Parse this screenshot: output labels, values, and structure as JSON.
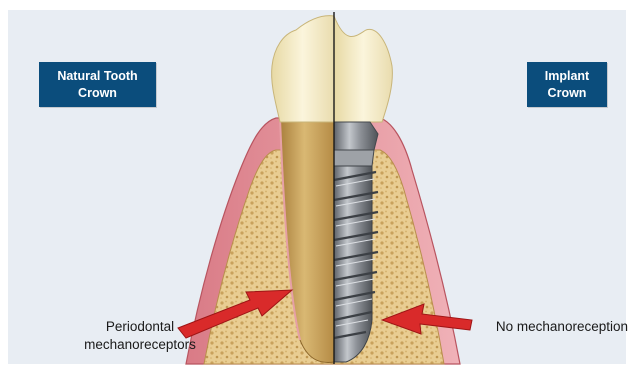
{
  "labels": {
    "natural_crown": "Natural Tooth\nCrown",
    "implant_crown": "Implant\nCrown",
    "periodontal_line1": "Periodontal",
    "periodontal_line2": "mechanoreceptors",
    "no_mechanoreception": "No mechanoreception"
  },
  "colors": {
    "badge_bg": "#0b4d7c",
    "arrow": "#d92a2a",
    "gum": "#e79aa2",
    "bone": "#e7c98d",
    "crown": "#f5ecc9",
    "root": "#c8a25a",
    "implant": "#8b8f96"
  },
  "icons": {
    "left_arrow": "arrow-icon",
    "right_arrow": "arrow-icon"
  }
}
